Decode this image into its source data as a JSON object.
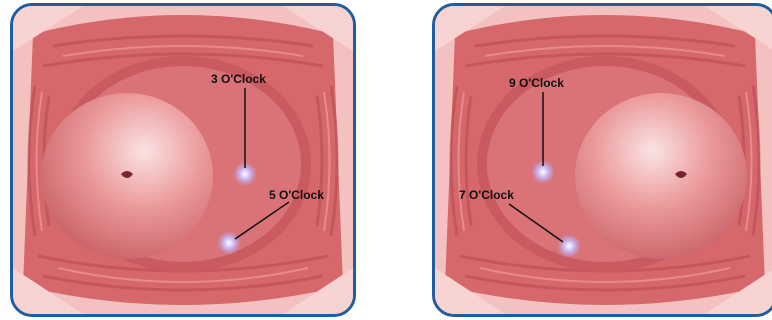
{
  "panels": [
    {
      "side": "left",
      "labels": [
        "3 O'Clock",
        "5 O'Clock"
      ]
    },
    {
      "side": "right",
      "labels": [
        "9 O'Clock",
        "7 O'Clock"
      ]
    }
  ],
  "colors": {
    "frame": "#1f5d9e",
    "tissue": "#d6686c",
    "tissue_dark": "#b64a52",
    "tissue_light": "#ef9a9a",
    "cervix": "#e78a8d",
    "marker": "#b9a6e6"
  }
}
